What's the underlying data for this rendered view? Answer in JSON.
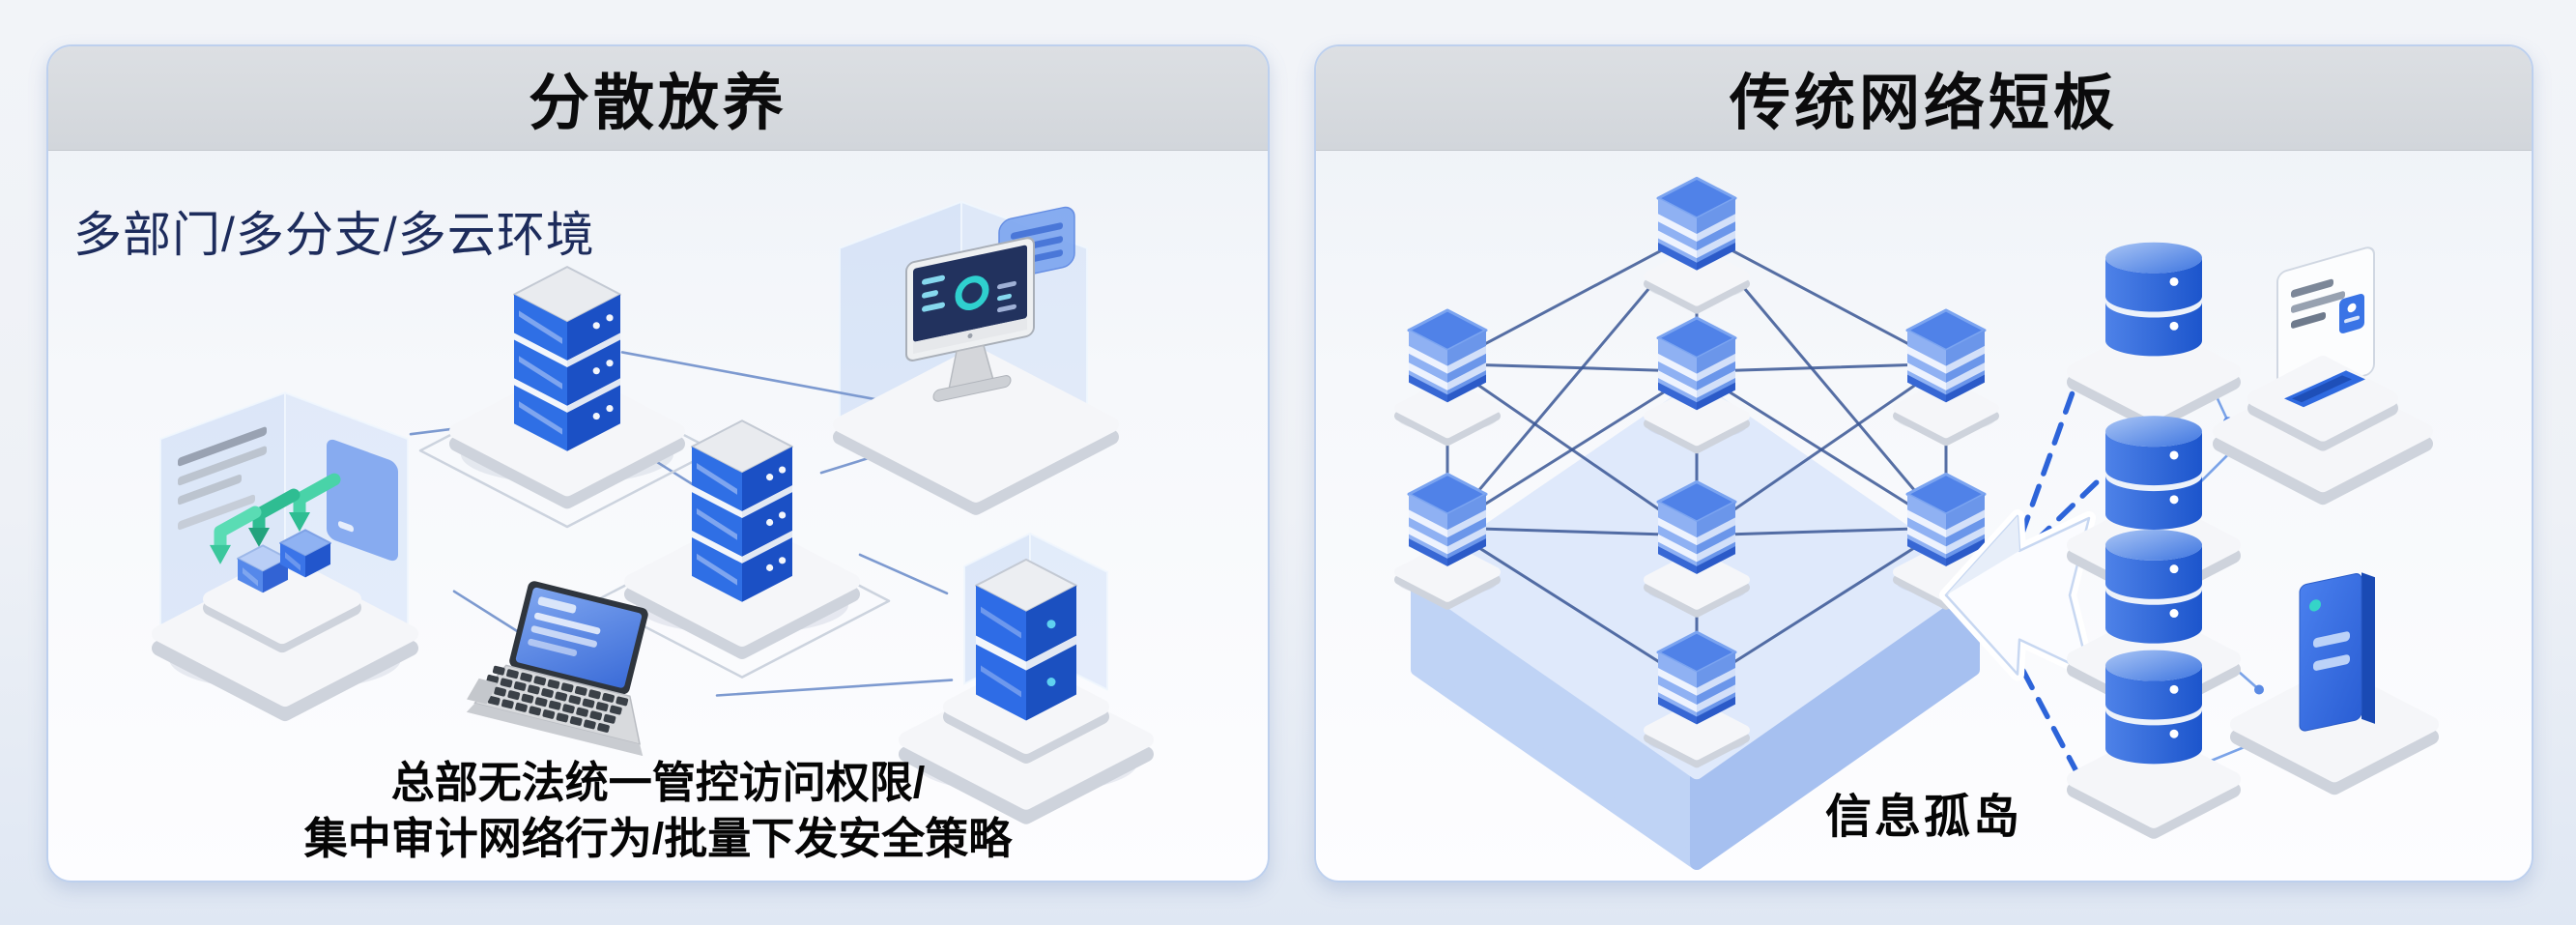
{
  "left_panel": {
    "title": "分散放养",
    "env_label": "多部门/多分支/多云环境",
    "caption_line1": "总部无法统一管控访问权限/",
    "caption_line2": "集中审计网络行为/批量下发安全策略",
    "icons": [
      "glass-room",
      "green-arrow-blocks",
      "cube-blocks",
      "server-stack",
      "imac-monitor",
      "chat-bubble",
      "laptop",
      "storage-server",
      "network-link"
    ]
  },
  "right_panel": {
    "title": "传统网络短板",
    "caption": "信息孤岛",
    "icons": [
      "mesh-network",
      "mesh-server-node",
      "isometric-platform",
      "broken-arrow",
      "dashed-link",
      "database",
      "id-card-device",
      "server-tile"
    ]
  },
  "colors": {
    "page_bg_top": "#f2f4f8",
    "page_bg_bottom": "#dfe7f3",
    "panel_border": "#bdd0ee",
    "header_bg": "#d6d9de",
    "title_text": "#0b0b0c",
    "env_text": "#1d2c5c",
    "caption_text": "#050505",
    "server_blue": "#2f6fe5",
    "server_blue_dark": "#1b50c5",
    "mesh_node_blue": "#8fb1f3",
    "mesh_line": "#3a5795",
    "connector_line": "#7d9ad0",
    "dashed_line": "#2d64d9",
    "green_block": "#3bc79c"
  }
}
